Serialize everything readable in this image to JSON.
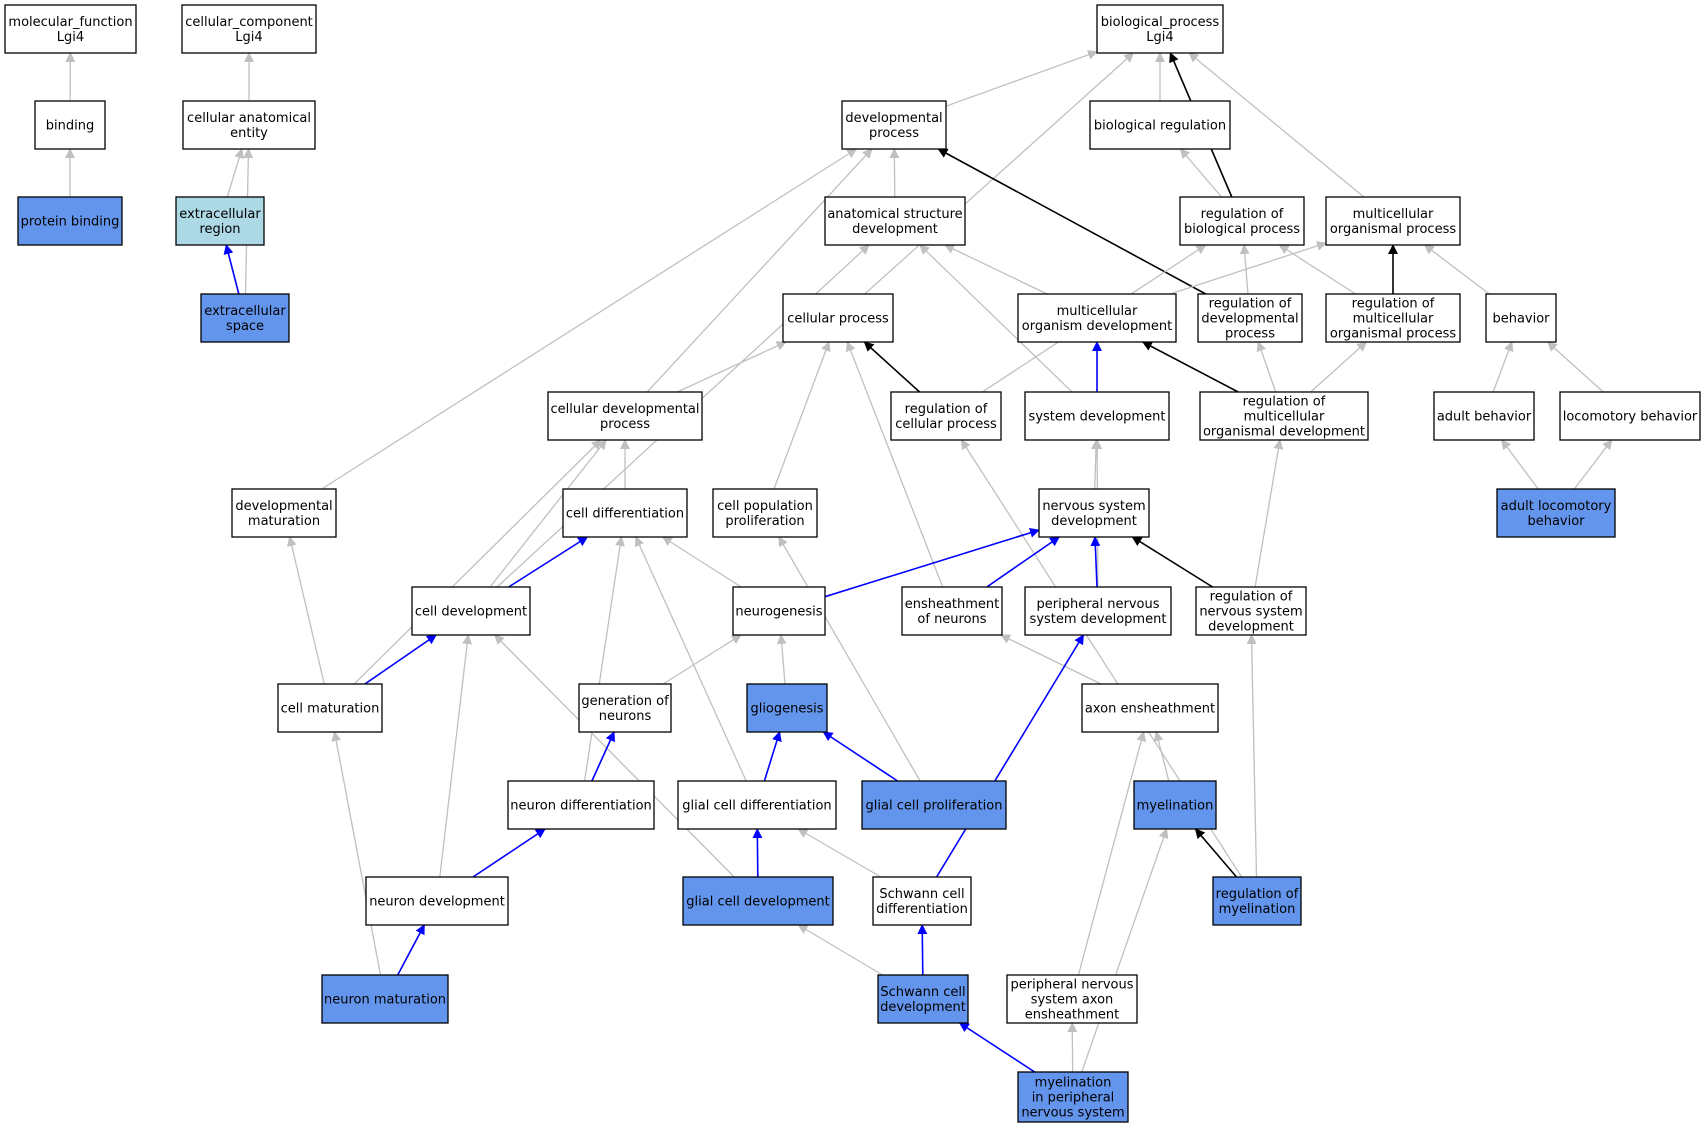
{
  "colors": {
    "white": "#ffffff",
    "annotated": "#6495ed",
    "light": "#add8e6",
    "gray_edge": "#c0c0c0",
    "blue_edge": "#0000ff",
    "black_edge": "#000000"
  },
  "nodes": [
    {
      "id": "molecular_function",
      "lines": [
        "molecular_function",
        "Lgi4"
      ],
      "fill": "white"
    },
    {
      "id": "cellular_component",
      "lines": [
        "cellular_component",
        "Lgi4"
      ],
      "fill": "white"
    },
    {
      "id": "biological_process",
      "lines": [
        "biological_process",
        "Lgi4"
      ],
      "fill": "white"
    },
    {
      "id": "binding",
      "lines": [
        "binding"
      ],
      "fill": "white"
    },
    {
      "id": "cellular_anatomical_entity",
      "lines": [
        "cellular anatomical",
        "entity"
      ],
      "fill": "white"
    },
    {
      "id": "developmental_process",
      "lines": [
        "developmental",
        "process"
      ],
      "fill": "white"
    },
    {
      "id": "biological_regulation",
      "lines": [
        "biological regulation"
      ],
      "fill": "white"
    },
    {
      "id": "protein_binding",
      "lines": [
        "protein binding"
      ],
      "fill": "annotated"
    },
    {
      "id": "extracellular_region",
      "lines": [
        "extracellular",
        "region"
      ],
      "fill": "light"
    },
    {
      "id": "anatomical_structure_development",
      "lines": [
        "anatomical structure",
        "development"
      ],
      "fill": "white"
    },
    {
      "id": "regulation_of_biological_process",
      "lines": [
        "regulation of",
        "biological process"
      ],
      "fill": "white"
    },
    {
      "id": "multicellular_organismal_process",
      "lines": [
        "multicellular",
        "organismal process"
      ],
      "fill": "white"
    },
    {
      "id": "extracellular_space",
      "lines": [
        "extracellular",
        "space"
      ],
      "fill": "annotated"
    },
    {
      "id": "cellular_process",
      "lines": [
        "cellular process"
      ],
      "fill": "white"
    },
    {
      "id": "multicellular_organism_development",
      "lines": [
        "multicellular",
        "organism development"
      ],
      "fill": "white"
    },
    {
      "id": "regulation_of_developmental_process",
      "lines": [
        "regulation of",
        "developmental",
        "process"
      ],
      "fill": "white"
    },
    {
      "id": "regulation_of_multicellular_organismal_process",
      "lines": [
        "regulation of",
        "multicellular",
        "organismal process"
      ],
      "fill": "white"
    },
    {
      "id": "behavior",
      "lines": [
        "behavior"
      ],
      "fill": "white"
    },
    {
      "id": "cellular_developmental_process",
      "lines": [
        "cellular developmental",
        "process"
      ],
      "fill": "white"
    },
    {
      "id": "regulation_of_cellular_process",
      "lines": [
        "regulation of",
        "cellular process"
      ],
      "fill": "white"
    },
    {
      "id": "system_development",
      "lines": [
        "system development"
      ],
      "fill": "white"
    },
    {
      "id": "regulation_of_multicellular_organismal_development",
      "lines": [
        "regulation of",
        "multicellular",
        "organismal development"
      ],
      "fill": "white"
    },
    {
      "id": "adult_behavior",
      "lines": [
        "adult behavior"
      ],
      "fill": "white"
    },
    {
      "id": "locomotory_behavior",
      "lines": [
        "locomotory behavior"
      ],
      "fill": "white"
    },
    {
      "id": "developmental_maturation",
      "lines": [
        "developmental",
        "maturation"
      ],
      "fill": "white"
    },
    {
      "id": "cell_differentiation",
      "lines": [
        "cell differentiation"
      ],
      "fill": "white"
    },
    {
      "id": "cell_population_proliferation",
      "lines": [
        "cell population",
        "proliferation"
      ],
      "fill": "white"
    },
    {
      "id": "nervous_system_development",
      "lines": [
        "nervous system",
        "development"
      ],
      "fill": "white"
    },
    {
      "id": "adult_locomotory_behavior",
      "lines": [
        "adult locomotory",
        "behavior"
      ],
      "fill": "annotated"
    },
    {
      "id": "cell_development",
      "lines": [
        "cell development"
      ],
      "fill": "white"
    },
    {
      "id": "neurogenesis",
      "lines": [
        "neurogenesis"
      ],
      "fill": "white"
    },
    {
      "id": "ensheathment_of_neurons",
      "lines": [
        "ensheathment",
        "of neurons"
      ],
      "fill": "white"
    },
    {
      "id": "peripheral_nervous_system_development",
      "lines": [
        "peripheral nervous",
        "system development"
      ],
      "fill": "white"
    },
    {
      "id": "regulation_of_nervous_system_development",
      "lines": [
        "regulation of",
        "nervous system",
        "development"
      ],
      "fill": "white"
    },
    {
      "id": "cell_maturation",
      "lines": [
        "cell maturation"
      ],
      "fill": "white"
    },
    {
      "id": "generation_of_neurons",
      "lines": [
        "generation of",
        "neurons"
      ],
      "fill": "white"
    },
    {
      "id": "gliogenesis",
      "lines": [
        "gliogenesis"
      ],
      "fill": "annotated"
    },
    {
      "id": "axon_ensheathment",
      "lines": [
        "axon ensheathment"
      ],
      "fill": "white"
    },
    {
      "id": "neuron_differentiation",
      "lines": [
        "neuron differentiation"
      ],
      "fill": "white"
    },
    {
      "id": "glial_cell_differentiation",
      "lines": [
        "glial cell differentiation"
      ],
      "fill": "white"
    },
    {
      "id": "glial_cell_proliferation",
      "lines": [
        "glial cell proliferation"
      ],
      "fill": "annotated"
    },
    {
      "id": "myelination",
      "lines": [
        "myelination"
      ],
      "fill": "annotated"
    },
    {
      "id": "neuron_development",
      "lines": [
        "neuron development"
      ],
      "fill": "white"
    },
    {
      "id": "glial_cell_development",
      "lines": [
        "glial cell development"
      ],
      "fill": "annotated"
    },
    {
      "id": "schwann_cell_differentiation",
      "lines": [
        "Schwann cell",
        "differentiation"
      ],
      "fill": "white"
    },
    {
      "id": "regulation_of_myelination",
      "lines": [
        "regulation of",
        "myelination"
      ],
      "fill": "annotated"
    },
    {
      "id": "neuron_maturation",
      "lines": [
        "neuron maturation"
      ],
      "fill": "annotated"
    },
    {
      "id": "schwann_cell_development",
      "lines": [
        "Schwann cell",
        "development"
      ],
      "fill": "annotated"
    },
    {
      "id": "peripheral_nervous_system_axon_ensheathment",
      "lines": [
        "peripheral nervous",
        "system axon",
        "ensheathment"
      ],
      "fill": "white"
    },
    {
      "id": "myelination_in_peripheral_nervous_system",
      "lines": [
        "myelination",
        "in peripheral",
        "nervous system"
      ],
      "fill": "annotated"
    }
  ],
  "edges": [
    {
      "from": "binding",
      "to": "molecular_function",
      "type": "gray"
    },
    {
      "from": "protein_binding",
      "to": "binding",
      "type": "gray"
    },
    {
      "from": "cellular_anatomical_entity",
      "to": "cellular_component",
      "type": "gray"
    },
    {
      "from": "extracellular_region",
      "to": "cellular_anatomical_entity",
      "type": "gray"
    },
    {
      "from": "extracellular_space",
      "to": "cellular_anatomical_entity",
      "type": "gray"
    },
    {
      "from": "extracellular_space",
      "to": "extracellular_region",
      "type": "blue"
    },
    {
      "from": "developmental_process",
      "to": "biological_process",
      "type": "gray"
    },
    {
      "from": "biological_regulation",
      "to": "biological_process",
      "type": "gray"
    },
    {
      "from": "regulation_of_biological_process",
      "to": "biological_process",
      "type": "black"
    },
    {
      "from": "multicellular_organismal_process",
      "to": "biological_process",
      "type": "gray"
    },
    {
      "from": "cellular_process",
      "to": "biological_process",
      "type": "gray"
    },
    {
      "from": "regulation_of_biological_process",
      "to": "biological_regulation",
      "type": "gray"
    },
    {
      "from": "anatomical_structure_development",
      "to": "developmental_process",
      "type": "gray"
    },
    {
      "from": "regulation_of_developmental_process",
      "to": "developmental_process",
      "type": "black"
    },
    {
      "from": "cellular_developmental_process",
      "to": "developmental_process",
      "type": "gray"
    },
    {
      "from": "developmental_maturation",
      "to": "developmental_process",
      "type": "gray"
    },
    {
      "from": "multicellular_organism_development",
      "to": "anatomical_structure_development",
      "type": "gray"
    },
    {
      "from": "system_development",
      "to": "anatomical_structure_development",
      "type": "gray"
    },
    {
      "from": "cell_development",
      "to": "anatomical_structure_development",
      "type": "gray"
    },
    {
      "from": "regulation_of_developmental_process",
      "to": "regulation_of_biological_process",
      "type": "gray"
    },
    {
      "from": "regulation_of_multicellular_organismal_process",
      "to": "regulation_of_biological_process",
      "type": "gray"
    },
    {
      "from": "regulation_of_cellular_process",
      "to": "regulation_of_biological_process",
      "type": "gray"
    },
    {
      "from": "multicellular_organism_development",
      "to": "multicellular_organismal_process",
      "type": "gray"
    },
    {
      "from": "regulation_of_multicellular_organismal_process",
      "to": "multicellular_organismal_process",
      "type": "black"
    },
    {
      "from": "behavior",
      "to": "multicellular_organismal_process",
      "type": "gray"
    },
    {
      "from": "cellular_developmental_process",
      "to": "cellular_process",
      "type": "gray"
    },
    {
      "from": "regulation_of_cellular_process",
      "to": "cellular_process",
      "type": "black"
    },
    {
      "from": "cell_population_proliferation",
      "to": "cellular_process",
      "type": "gray"
    },
    {
      "from": "ensheathment_of_neurons",
      "to": "cellular_process",
      "type": "gray"
    },
    {
      "from": "system_development",
      "to": "multicellular_organism_development",
      "type": "blue"
    },
    {
      "from": "regulation_of_multicellular_organismal_development",
      "to": "multicellular_organism_development",
      "type": "black"
    },
    {
      "from": "regulation_of_multicellular_organismal_development",
      "to": "regulation_of_developmental_process",
      "type": "gray"
    },
    {
      "from": "regulation_of_multicellular_organismal_development",
      "to": "regulation_of_multicellular_organismal_process",
      "type": "gray"
    },
    {
      "from": "adult_behavior",
      "to": "behavior",
      "type": "gray"
    },
    {
      "from": "locomotory_behavior",
      "to": "behavior",
      "type": "gray"
    },
    {
      "from": "adult_locomotory_behavior",
      "to": "adult_behavior",
      "type": "gray"
    },
    {
      "from": "adult_locomotory_behavior",
      "to": "locomotory_behavior",
      "type": "gray"
    },
    {
      "from": "cell_differentiation",
      "to": "cellular_developmental_process",
      "type": "gray"
    },
    {
      "from": "cell_development",
      "to": "cellular_developmental_process",
      "type": "gray"
    },
    {
      "from": "cell_maturation",
      "to": "cellular_developmental_process",
      "type": "gray"
    },
    {
      "from": "nervous_system_development",
      "to": "system_development",
      "type": "gray"
    },
    {
      "from": "peripheral_nervous_system_development",
      "to": "system_development",
      "type": "gray"
    },
    {
      "from": "regulation_of_nervous_system_development",
      "to": "regulation_of_multicellular_organismal_development",
      "type": "gray"
    },
    {
      "from": "regulation_of_myelination",
      "to": "regulation_of_cellular_process",
      "type": "gray"
    },
    {
      "from": "cell_development",
      "to": "cell_differentiation",
      "type": "blue"
    },
    {
      "from": "neurogenesis",
      "to": "cell_differentiation",
      "type": "gray"
    },
    {
      "from": "neuron_differentiation",
      "to": "cell_differentiation",
      "type": "gray"
    },
    {
      "from": "glial_cell_differentiation",
      "to": "cell_differentiation",
      "type": "gray"
    },
    {
      "from": "glial_cell_proliferation",
      "to": "cell_population_proliferation",
      "type": "gray"
    },
    {
      "from": "neurogenesis",
      "to": "nervous_system_development",
      "type": "blue"
    },
    {
      "from": "ensheathment_of_neurons",
      "to": "nervous_system_development",
      "type": "blue"
    },
    {
      "from": "peripheral_nervous_system_development",
      "to": "nervous_system_development",
      "type": "blue"
    },
    {
      "from": "regulation_of_nervous_system_development",
      "to": "nervous_system_development",
      "type": "black"
    },
    {
      "from": "cell_maturation",
      "to": "developmental_maturation",
      "type": "gray"
    },
    {
      "from": "cell_maturation",
      "to": "cell_development",
      "type": "blue"
    },
    {
      "from": "neuron_development",
      "to": "cell_development",
      "type": "gray"
    },
    {
      "from": "glial_cell_development",
      "to": "cell_development",
      "type": "gray"
    },
    {
      "from": "generation_of_neurons",
      "to": "neurogenesis",
      "type": "gray"
    },
    {
      "from": "gliogenesis",
      "to": "neurogenesis",
      "type": "gray"
    },
    {
      "from": "axon_ensheathment",
      "to": "ensheathment_of_neurons",
      "type": "gray"
    },
    {
      "from": "schwann_cell_differentiation",
      "to": "peripheral_nervous_system_development",
      "type": "blue"
    },
    {
      "from": "regulation_of_myelination",
      "to": "regulation_of_nervous_system_development",
      "type": "gray"
    },
    {
      "from": "neuron_maturation",
      "to": "cell_maturation",
      "type": "gray"
    },
    {
      "from": "neuron_differentiation",
      "to": "generation_of_neurons",
      "type": "blue"
    },
    {
      "from": "glial_cell_differentiation",
      "to": "gliogenesis",
      "type": "blue"
    },
    {
      "from": "glial_cell_proliferation",
      "to": "gliogenesis",
      "type": "blue"
    },
    {
      "from": "myelination",
      "to": "axon_ensheathment",
      "type": "gray"
    },
    {
      "from": "peripheral_nervous_system_axon_ensheathment",
      "to": "axon_ensheathment",
      "type": "gray"
    },
    {
      "from": "neuron_development",
      "to": "neuron_differentiation",
      "type": "blue"
    },
    {
      "from": "glial_cell_development",
      "to": "glial_cell_differentiation",
      "type": "blue"
    },
    {
      "from": "schwann_cell_differentiation",
      "to": "glial_cell_differentiation",
      "type": "gray"
    },
    {
      "from": "regulation_of_myelination",
      "to": "myelination",
      "type": "black"
    },
    {
      "from": "myelination_in_peripheral_nervous_system",
      "to": "myelination",
      "type": "gray"
    },
    {
      "from": "neuron_maturation",
      "to": "neuron_development",
      "type": "blue"
    },
    {
      "from": "schwann_cell_development",
      "to": "glial_cell_development",
      "type": "gray"
    },
    {
      "from": "schwann_cell_development",
      "to": "schwann_cell_differentiation",
      "type": "blue"
    },
    {
      "from": "myelination_in_peripheral_nervous_system",
      "to": "schwann_cell_development",
      "type": "blue"
    },
    {
      "from": "myelination_in_peripheral_nervous_system",
      "to": "peripheral_nervous_system_axon_ensheathment",
      "type": "gray"
    }
  ]
}
